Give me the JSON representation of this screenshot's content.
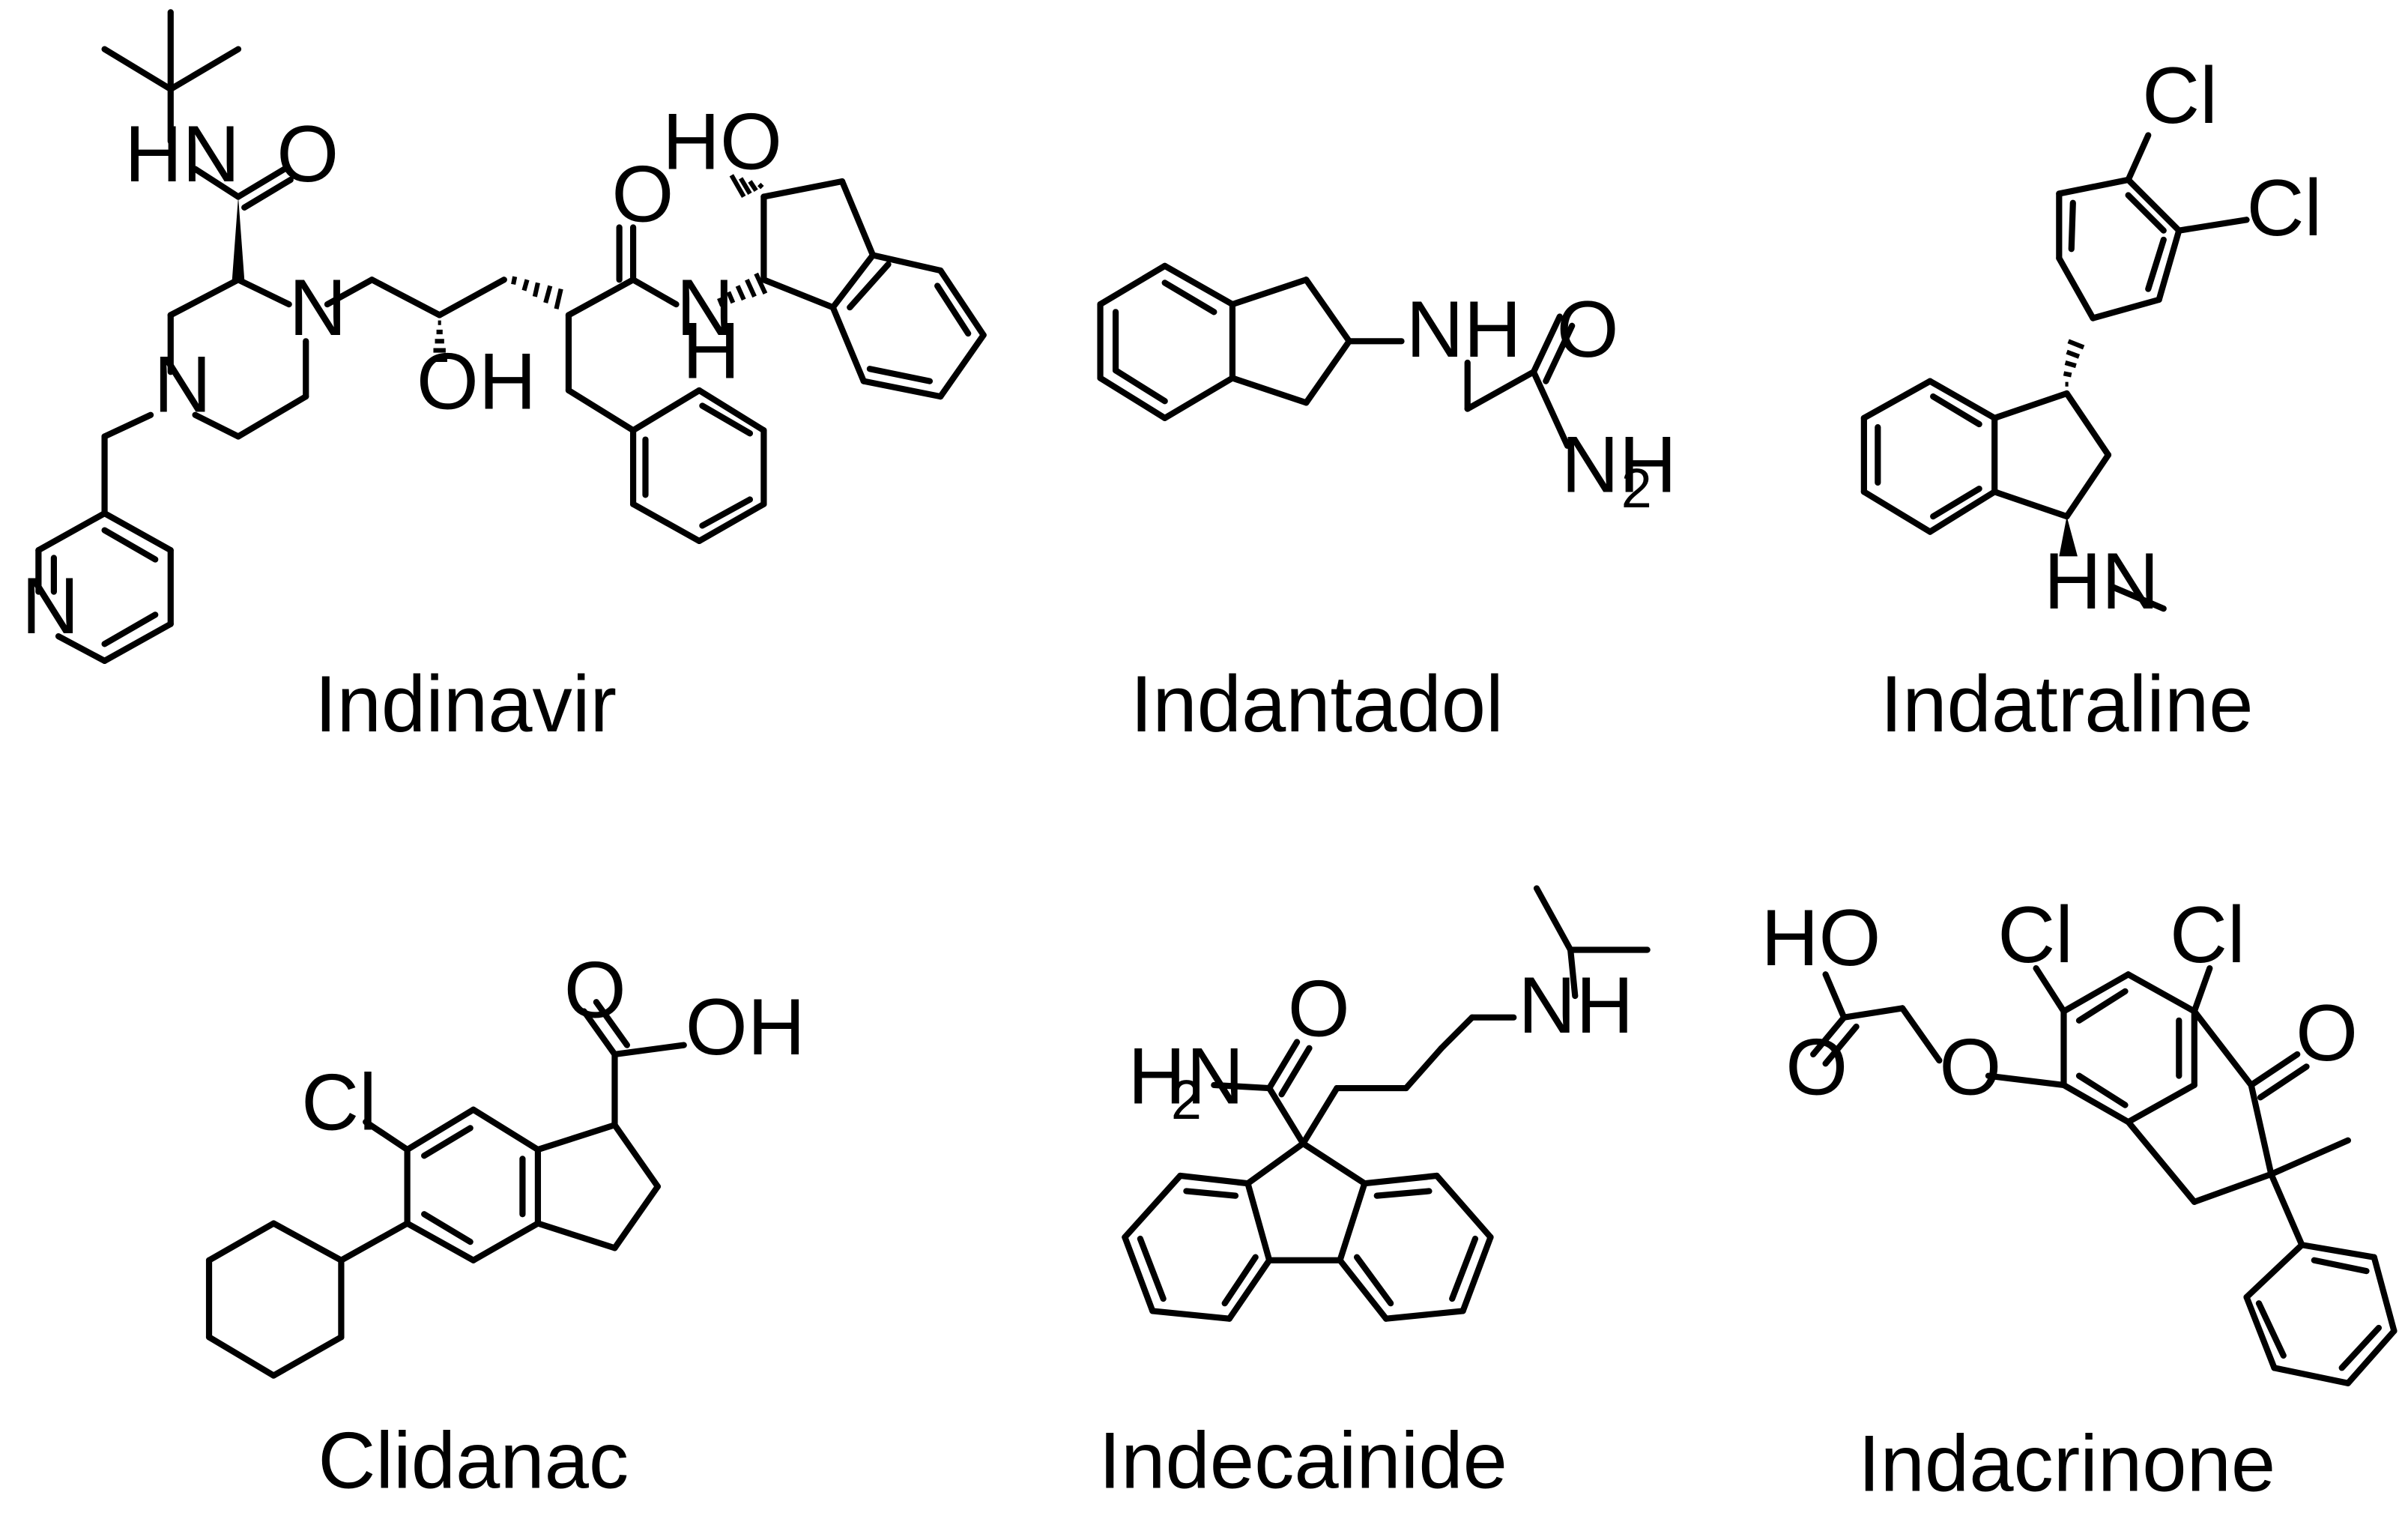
{
  "figure": {
    "molecules": [
      {
        "id": "indinavir",
        "name": "Indinavir",
        "atoms": {
          "nh_amide1": "HN",
          "o_amide1": "O",
          "n_pip1": "N",
          "n_pip4": "N",
          "n_pyr": "N",
          "oh": "OH",
          "o_amide2": "O",
          "n_amide2": "N",
          "h_amide2": "H",
          "ho": "HO"
        }
      },
      {
        "id": "indantadol",
        "name": "Indantadol",
        "atoms": {
          "nh": "NH",
          "o": "O",
          "nh2": "NH",
          "nh2_sub": "2"
        }
      },
      {
        "id": "indatraline",
        "name": "Indatraline",
        "atoms": {
          "cl3": "Cl",
          "cl4": "Cl",
          "hn": "HN"
        }
      },
      {
        "id": "clidanac",
        "name": "Clidanac",
        "atoms": {
          "cl": "Cl",
          "o": "O",
          "oh": "OH"
        }
      },
      {
        "id": "indecainide",
        "name": "Indecainide",
        "atoms": {
          "h2n": "H",
          "h2n_sub": "2",
          "h2n_n": "N",
          "o": "O",
          "nh": "NH"
        }
      },
      {
        "id": "indacrinone",
        "name": "Indacrinone",
        "atoms": {
          "ho": "HO",
          "o_acid": "O",
          "o_ether": "O",
          "cl6": "Cl",
          "cl7": "Cl",
          "o_ketone": "O"
        }
      }
    ]
  }
}
